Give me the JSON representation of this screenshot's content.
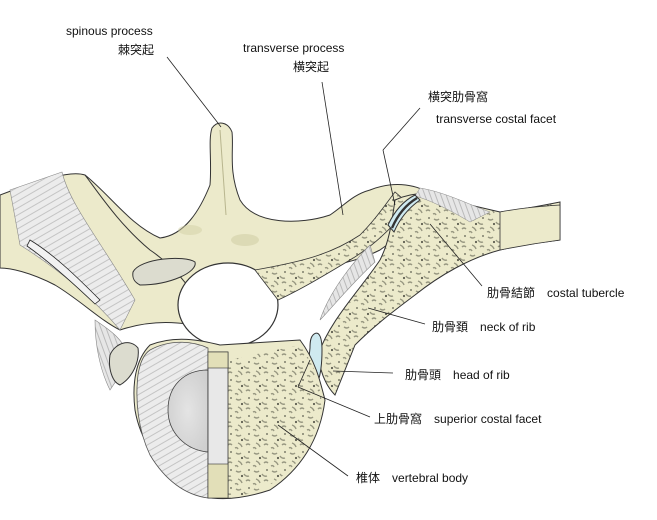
{
  "diagram": {
    "subject": "Thoracic vertebra with rib articulation (superior view, sectioned)",
    "colors": {
      "bone": "#eceacb",
      "bone_shadow": "#cfcca3",
      "spongy_dots": "#6e6e5e",
      "ligament": "#e8e8e8",
      "ligament_line": "#9a9a9a",
      "cartilage": "#cfeaf0",
      "outline": "#333333",
      "leader_line": "#222222"
    },
    "labels": {
      "spinous_process": {
        "en": "spinous process",
        "ja": "棘突起"
      },
      "transverse_process": {
        "en": "transverse process",
        "ja": "横突起"
      },
      "transverse_costal_facet": {
        "en": "transverse costal facet",
        "ja": "横突肋骨窩"
      },
      "costal_tubercle": {
        "en": "costal tubercle",
        "ja": "肋骨結節"
      },
      "neck_of_rib": {
        "en": "neck of rib",
        "ja": "肋骨頚"
      },
      "head_of_rib": {
        "en": "head of rib",
        "ja": "肋骨頭"
      },
      "superior_costal_facet": {
        "en": "superior costal facet",
        "ja": "上肋骨窩"
      },
      "vertebral_body": {
        "en": "vertebral body",
        "ja": "椎体"
      }
    }
  }
}
